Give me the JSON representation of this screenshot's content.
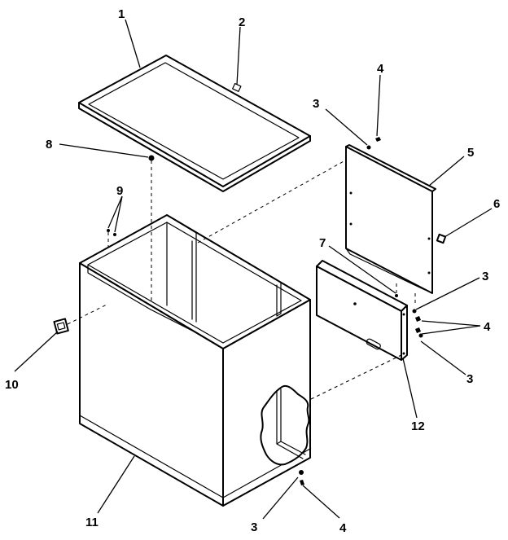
{
  "callouts": {
    "c1": "1",
    "c2": "2",
    "c3a": "3",
    "c4a": "4",
    "c5": "5",
    "c6": "6",
    "c7": "7",
    "c3b": "3",
    "c4b": "4",
    "c3c": "3",
    "c8": "8",
    "c9": "9",
    "c10": "10",
    "c12": "12",
    "c11": "11",
    "c3d": "3",
    "c4d": "4"
  }
}
